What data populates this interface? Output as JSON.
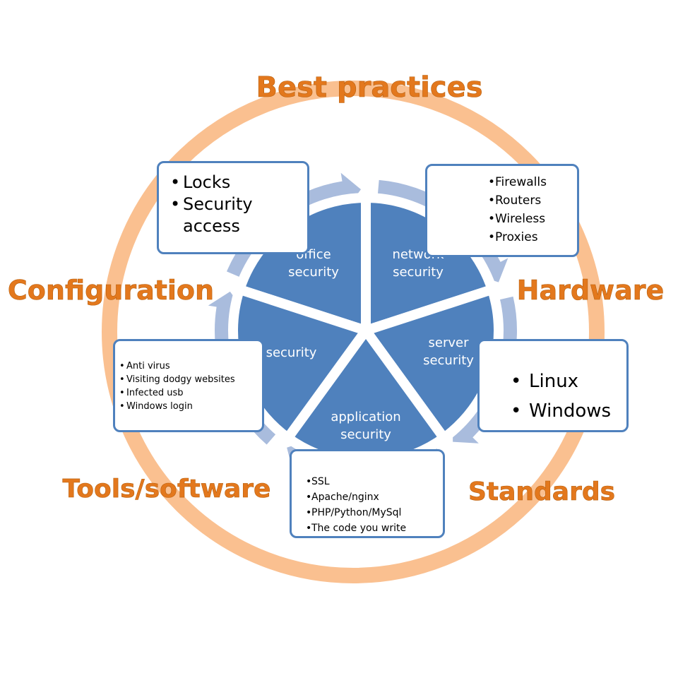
{
  "outer_labels": {
    "top": "Best practices",
    "left": "Configuration",
    "right": "Hardware",
    "bottom_left": "Tools/software",
    "bottom_right": "Standards"
  },
  "segments": [
    {
      "line1": "office",
      "line2": "security"
    },
    {
      "line1": "network",
      "line2": "security"
    },
    {
      "line1": "server",
      "line2": "security"
    },
    {
      "line1": "application",
      "line2": "security"
    },
    {
      "line1": "pc security",
      "line2": ""
    }
  ],
  "boxes": {
    "office": [
      "Locks",
      "Security access"
    ],
    "network": [
      "Firewalls",
      "Routers",
      "Wireless",
      "Proxies"
    ],
    "server": [
      "Linux",
      "Windows"
    ],
    "application": [
      "SSL",
      "Apache/nginx",
      "PHP/Python/MySql",
      "The code you write"
    ],
    "pc": [
      "Anti virus",
      "Visiting dodgy websites",
      "Infected usb",
      "Windows login"
    ]
  },
  "colors": {
    "ring": "#fac090",
    "segment_fill": "#4f81bd",
    "arrow": "#a9bcdd",
    "outer_label": "#e3781d",
    "box_border": "#4f81bd"
  }
}
